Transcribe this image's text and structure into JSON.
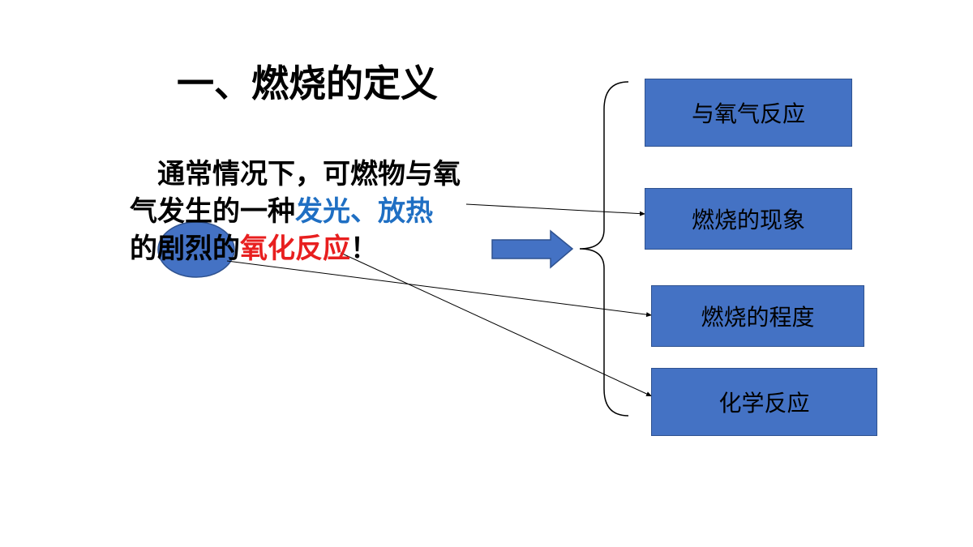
{
  "title": "一、燃烧的定义",
  "definition": {
    "line1": "通常情况下，可燃物与氧",
    "line2_black": "气发生的一种",
    "line2_blue": "发光、放热",
    "line3_black": "的剧烈的",
    "line3_red": "氧化反应",
    "line3_end": "！"
  },
  "boxes": [
    {
      "label": "与氧气反应"
    },
    {
      "label": "燃烧的现象"
    },
    {
      "label": "燃烧的程度"
    },
    {
      "label": "化学反应"
    }
  ],
  "colors": {
    "box_fill": "#4472c4",
    "highlight_blue": "#1f6fc3",
    "highlight_red": "#e81f1f"
  }
}
